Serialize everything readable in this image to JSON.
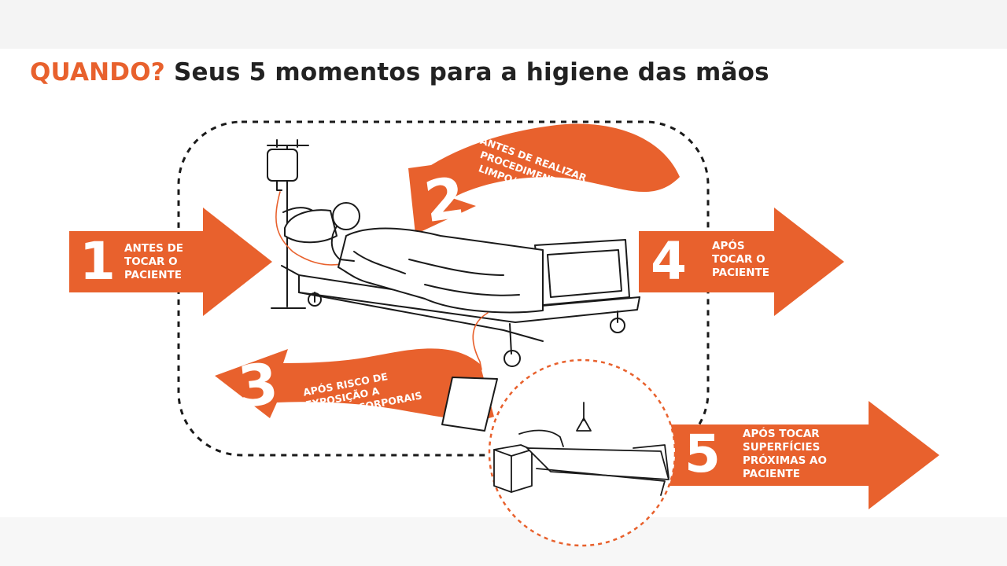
{
  "colors": {
    "accent": "#e8612d",
    "ink": "#222222",
    "line": "#1a1a1a"
  },
  "title": {
    "highlight": "QUANDO?",
    "text": "Seus 5 momentos para a higiene das mãos"
  },
  "moments": [
    {
      "number": "1",
      "lines": [
        "ANTES DE",
        "TOCAR O",
        "PACIENTE"
      ]
    },
    {
      "number": "2",
      "lines": [
        "ANTES DE REALIZAR",
        "PROCEDIMENTO",
        "LIMPO/ASSÉPTICO"
      ]
    },
    {
      "number": "3",
      "lines": [
        "APÓS RISCO DE",
        "EXPOSIÇÃO A",
        "FLUIDOS CORPORAIS"
      ]
    },
    {
      "number": "4",
      "lines": [
        "APÓS",
        "TOCAR O",
        "PACIENTE"
      ]
    },
    {
      "number": "5",
      "lines": [
        "APÓS TOCAR",
        "SUPERFÍCIES",
        "PRÓXIMAS AO",
        "PACIENTE"
      ]
    }
  ]
}
